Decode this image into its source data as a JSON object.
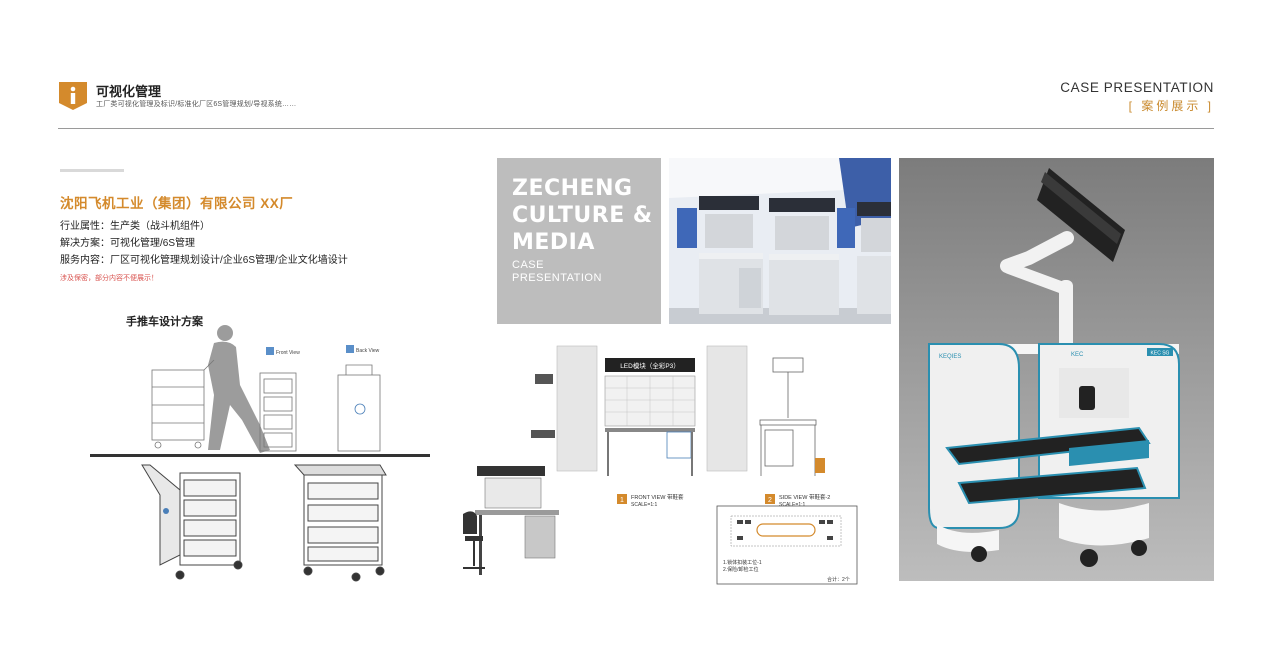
{
  "header": {
    "section_title": "可视化管理",
    "section_subtitle": "工厂类可视化管理及标识/标准化厂区6S管理规划/导视系统……",
    "case_en": "CASE PRESENTATION",
    "case_cn": "[ 案例展示 ]",
    "badge_icon": "info-icon",
    "accent_color": "#d48a2c"
  },
  "project": {
    "company": "沈阳飞机工业（集团）有限公司  XX厂",
    "industry": "行业属性：生产类（战斗机组件）",
    "solution": "解决方案：可视化管理/6S管理",
    "service": "服务内容：厂区可视化管理规划设计/企业6S管理/企业文化墙设计",
    "note": "涉及保密，部分内容不便展示！"
  },
  "cart_panel": {
    "title": "手推车设计方案",
    "front_view": "Front View",
    "back_view": "Back View"
  },
  "brand": {
    "line1": "ZECHENG",
    "line2": "CULTURE &",
    "line3": "MEDIA",
    "line4": "CASE",
    "line5": "PRESENTATION"
  },
  "workbench": {
    "led_label": "LED模块（全彩P3）",
    "front_num": "1",
    "front_view": "FRONT VIEW  带鞋套",
    "front_scale": "SCALE=1:1",
    "side_num": "2",
    "side_view": "SIDE VIEW  带鞋套-2",
    "side_scale": "SCALE=1:1",
    "legend1": "1.锁体扣装工位-1",
    "legend2": "2.保险/卸检工位",
    "total": "合计：2个"
  },
  "machine": {
    "brand_left": "KEQIES",
    "brand_mid": "KEC",
    "panel_label": "KEC SG"
  }
}
